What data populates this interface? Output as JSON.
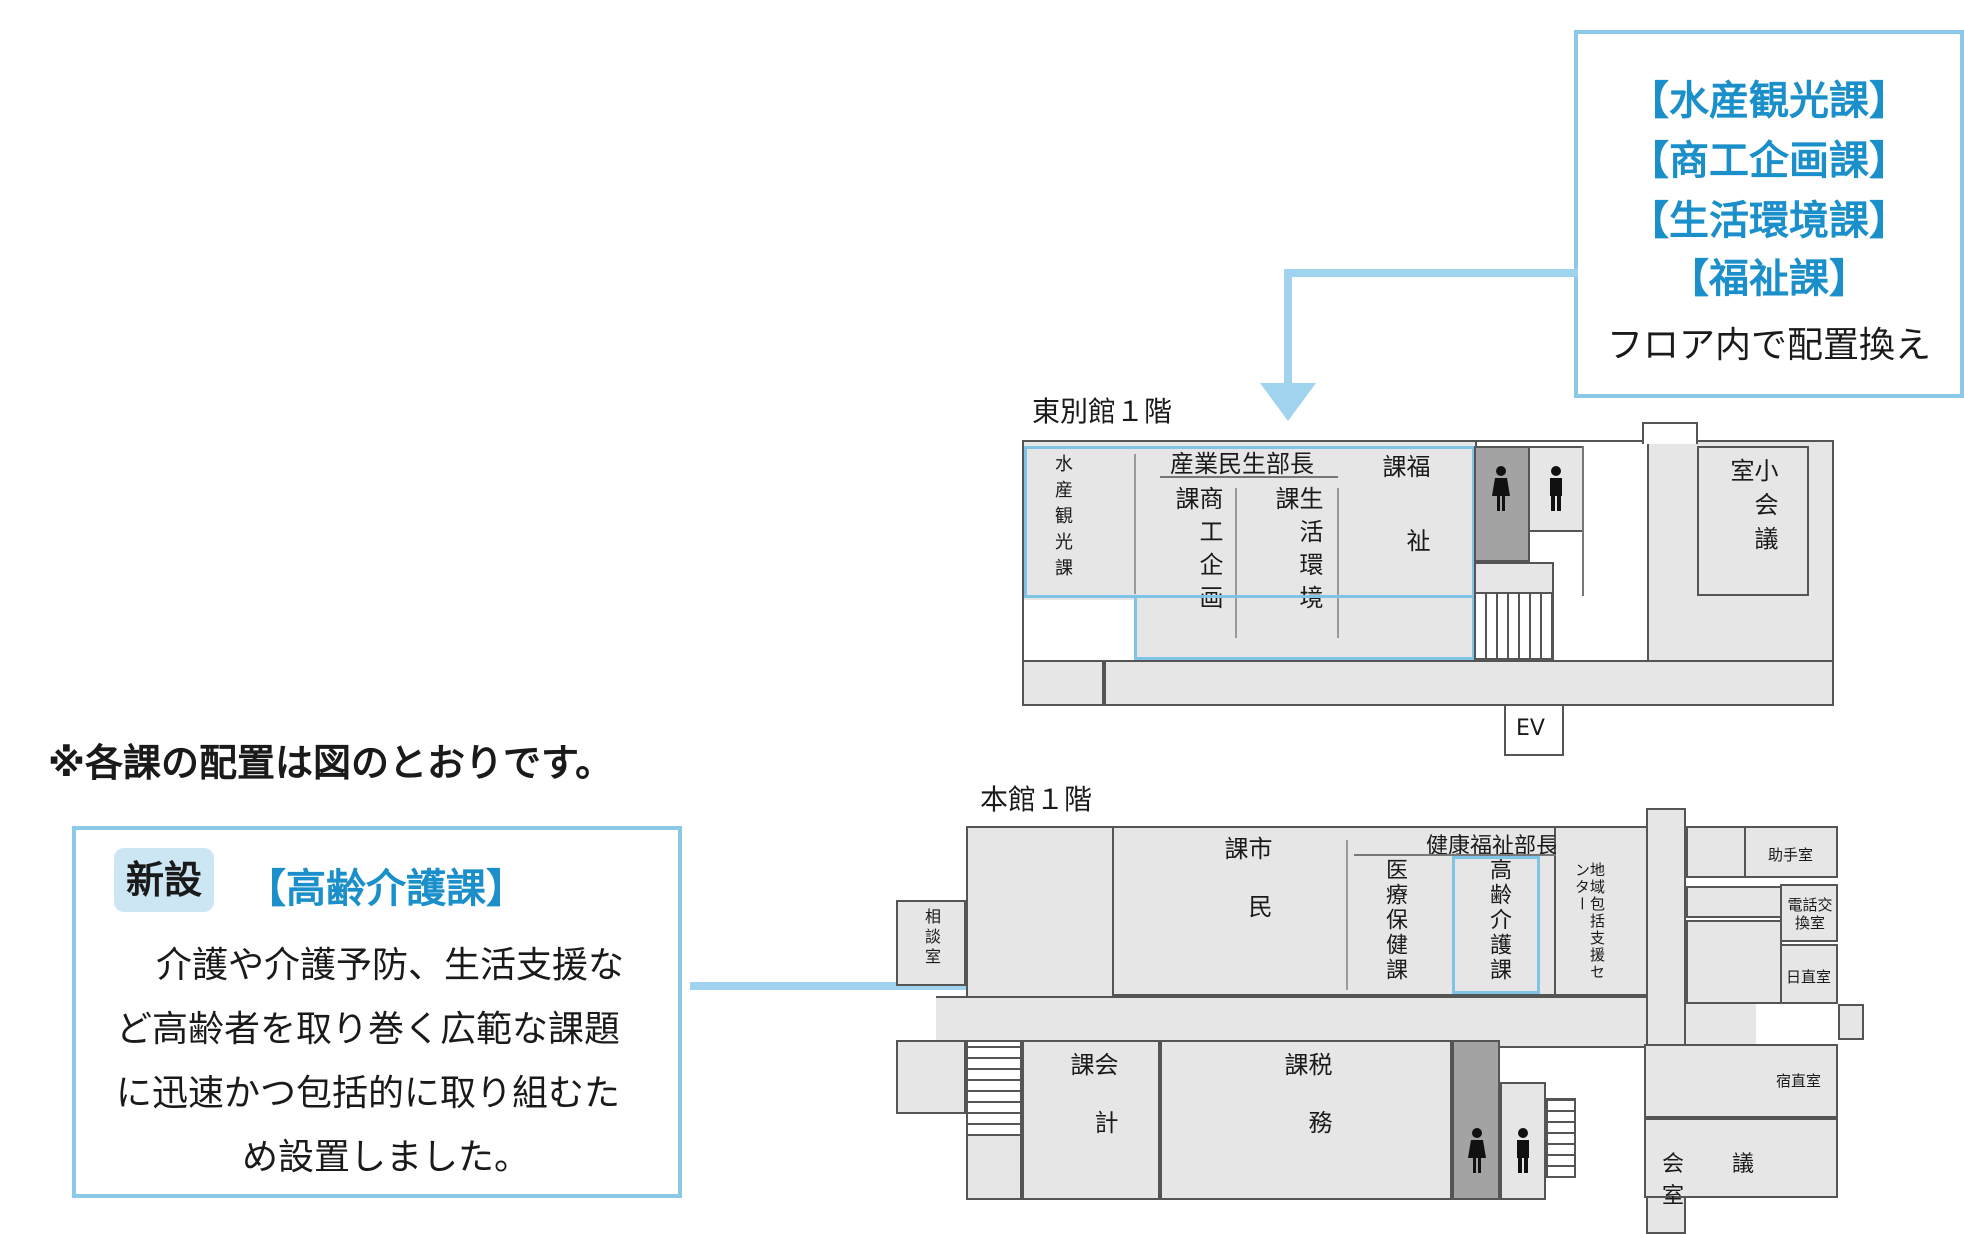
{
  "callout_top": {
    "lines": [
      "【水産観光課】",
      "【商工企画課】",
      "【生活環境課】",
      "【福祉課】"
    ],
    "note": "フロア内で配置換え"
  },
  "east_annex": {
    "title": "東別館１階",
    "rooms": {
      "suisan": "水産観光課",
      "bucho": "産業民生部長",
      "shoko": "商工企画課",
      "seikatsu": "生活環境課",
      "fukushi": "福祉課",
      "kaigi": "小会議室",
      "ev": "EV"
    }
  },
  "caption": "※各課の配置は図のとおりです。",
  "new_box": {
    "badge": "新設",
    "title": "【高齢介護課】",
    "body_lines": [
      "介護や介護予防、生活支援な",
      "ど高齢者を取り巻く広範な課題",
      "に迅速かつ包括的に取り組むた",
      "め設置しました。"
    ]
  },
  "main_building": {
    "title": "本館１階",
    "rooms": {
      "sodan": "相談室",
      "shimin": "市民課",
      "bucho": "健康福祉部長",
      "iryo": "医療保健課",
      "korei": "高齢介護課",
      "chiiki": "地域包括支援センター",
      "joshu": "助手室",
      "denwa": "電話交換室",
      "nicchoku": "日直室",
      "kaikei": "会計課",
      "zeimu": "税務課",
      "shukuchoku": "宿直室",
      "kaigishitsu": "会議室"
    }
  },
  "colors": {
    "accent": "#1a8fc9",
    "highlight_border": "#8cc8e8",
    "room_fill": "#e6e6e6",
    "toilet_fill": "#a3a3a3"
  }
}
